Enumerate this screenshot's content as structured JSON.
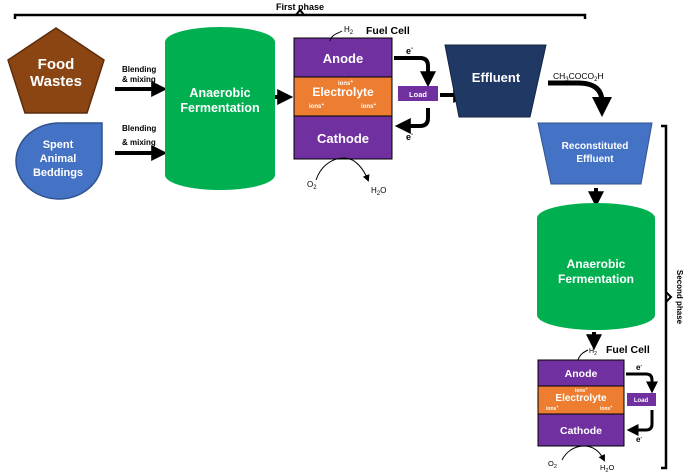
{
  "phases": {
    "first": "First phase",
    "second": "Second phase"
  },
  "inputs": {
    "food": [
      "Food",
      "Wastes"
    ],
    "spent": [
      "Spent",
      "Animal",
      "Beddings"
    ],
    "blend_a": [
      "Blending",
      "& mixing"
    ],
    "blend_b": [
      "Blending",
      "& mixing"
    ]
  },
  "digester1": [
    "Anaerobic",
    "Fermentation"
  ],
  "digester2": [
    "Anaerobic",
    "Fermentation"
  ],
  "fuel_cell_1": {
    "title": "Fuel Cell",
    "h2": "H",
    "h2_sub": "2",
    "anode": "Anode",
    "electrolyte": "Electrolyte",
    "ions_top": "ions",
    "ions_left": "ions",
    "ions_right": "ions",
    "ion_charge": "+",
    "cathode": "Cathode",
    "o2": "O",
    "o2_sub": "2",
    "h2o_a": "H",
    "h2o_sub": "2",
    "h2o_b": "O",
    "e_top": "e",
    "e_bottom": "e",
    "e_charge": "-",
    "load": "Load"
  },
  "fuel_cell_2": {
    "title": "Fuel Cell",
    "h2": "H",
    "h2_sub": "2",
    "anode": "Anode",
    "electrolyte": "Electrolyte",
    "ions_top": "ions",
    "ions_left": "ions",
    "ions_right": "ions",
    "ion_charge": "+",
    "cathode": "Cathode",
    "o2": "O",
    "o2_sub": "2",
    "h2o_a": "H",
    "h2o_sub": "2",
    "h2o_b": "O",
    "e_top": "e",
    "e_bottom": "e",
    "e_charge": "-",
    "load": "Load"
  },
  "effluent": "Effluent",
  "compound": {
    "a": "CH",
    "a_sub": "3",
    "b": "COCO",
    "b_sub": "2",
    "c": "H"
  },
  "reconstituted": [
    "Reconstituted",
    "Effluent"
  ],
  "colors": {
    "brown": "#8B4513",
    "blue": "#4472C4",
    "green": "#00B050",
    "purple": "#7030A0",
    "orange": "#ED7D31",
    "navy": "#1F3864",
    "black": "#000000"
  }
}
